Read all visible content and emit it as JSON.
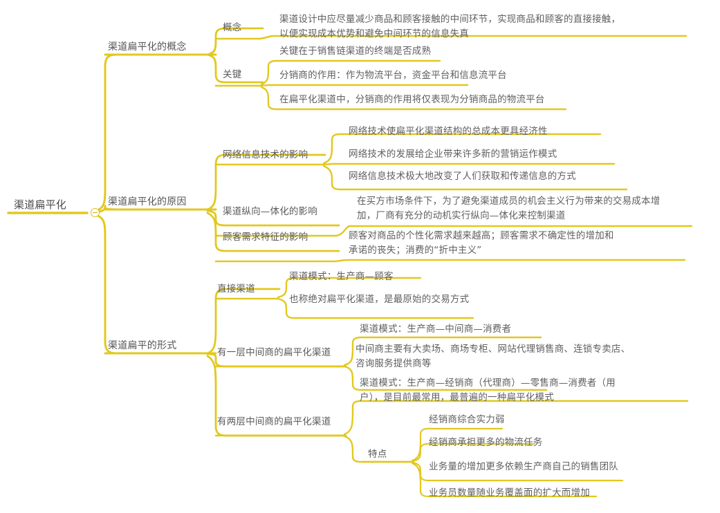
{
  "theme": {
    "line_color": "#E2C81E",
    "line_color_dark": "#CFB417",
    "text_color": "#595959",
    "background": "#FFFFFF"
  },
  "mindmap": {
    "root": {
      "id": "root",
      "label": "渠道扁平化",
      "toggle": "collapse-toggle"
    },
    "branches": [
      {
        "id": "b1",
        "label": "渠道扁平化的概念",
        "children": [
          {
            "id": "b1c1",
            "label": "概念",
            "children": [
              {
                "id": "b1c1l1",
                "label": "渠道设计中应尽量减少商品和顾客接触的中间环节，实现商品和顾客的直接接触，\n以便实现成本优势和避免中间环节的信息失真"
              }
            ]
          },
          {
            "id": "b1c2",
            "label": "关键",
            "children": [
              {
                "id": "b1c2l1",
                "label": "关键在于销售链渠道的终端是否成熟"
              },
              {
                "id": "b1c2l2",
                "label": "分销商的作用：作为物流平台，资金平台和信息流平台"
              },
              {
                "id": "b1c2l3",
                "label": "在扁平化渠道中，分销商的作用将仅表现为分销商品的物流平台"
              }
            ]
          }
        ]
      },
      {
        "id": "b2",
        "label": "渠道扁平化的原因",
        "children": [
          {
            "id": "b2c1",
            "label": "网络信息技术的影响",
            "children": [
              {
                "id": "b2c1l1",
                "label": "网络技术使扁平化渠道结构的总成本更具经济性"
              },
              {
                "id": "b2c1l2",
                "label": "网络技术的发展给企业带来许多新的营销运作模式"
              },
              {
                "id": "b2c1l3",
                "label": "网络信息技术极大地改变了人们获取和传递信息的方式"
              }
            ]
          },
          {
            "id": "b2c2",
            "label": "渠道纵向—体化的影响",
            "children": [
              {
                "id": "b2c2l1",
                "label": "在买方市场条件下，为了避免渠道成员的机会主义行为带来的交易成本增\n加，厂商有充分的动机实行纵向—体化来控制渠道"
              }
            ]
          },
          {
            "id": "b2c3",
            "label": "顾客需求特征的影响",
            "children": [
              {
                "id": "b2c3l1",
                "label": "顾客对商品的个性化需求越来越高；顾客需求不确定性的增加和\n承诺的丧失；消费的“折中主义”"
              }
            ]
          }
        ]
      },
      {
        "id": "b3",
        "label": "渠道扁平的形式",
        "children": [
          {
            "id": "b3c1",
            "label": "直接渠道",
            "children": [
              {
                "id": "b3c1l1",
                "label": "渠道模式：生产商—顾客"
              },
              {
                "id": "b3c1l2",
                "label": "也称绝对扁平化渠道，是最原始的交易方式"
              }
            ]
          },
          {
            "id": "b3c2",
            "label": "有一层中间商的扁平化渠道",
            "children": [
              {
                "id": "b3c2l1",
                "label": "渠道模式：生产商—中间商—消费者"
              },
              {
                "id": "b3c2l2",
                "label": "中间商主要有大卖场、商场专柜、网站代理销售商、连锁专卖店、\n咨询服务提供商等"
              }
            ]
          },
          {
            "id": "b3c3",
            "label": "有两层中间商的扁平化渠道",
            "children": [
              {
                "id": "b3c3l1",
                "label": "渠道模式：生产商—经销商（代理商）—零售商—消费者（用\n户），是目前最常用，最普遍的一种扁平化模式"
              },
              {
                "id": "b3c3l2",
                "label": "特点",
                "children": [
                  {
                    "id": "b3c3l2a",
                    "label": "经销商综合实力弱"
                  },
                  {
                    "id": "b3c3l2b",
                    "label": "经销商承担更多的物流任务"
                  },
                  {
                    "id": "b3c3l2c",
                    "label": "业务量的增加更多依赖生产商自己的销售团队"
                  },
                  {
                    "id": "b3c3l2d",
                    "label": "业务员数量随业务覆盖面的扩大而增加"
                  }
                ]
              }
            ]
          }
        ]
      }
    ]
  }
}
